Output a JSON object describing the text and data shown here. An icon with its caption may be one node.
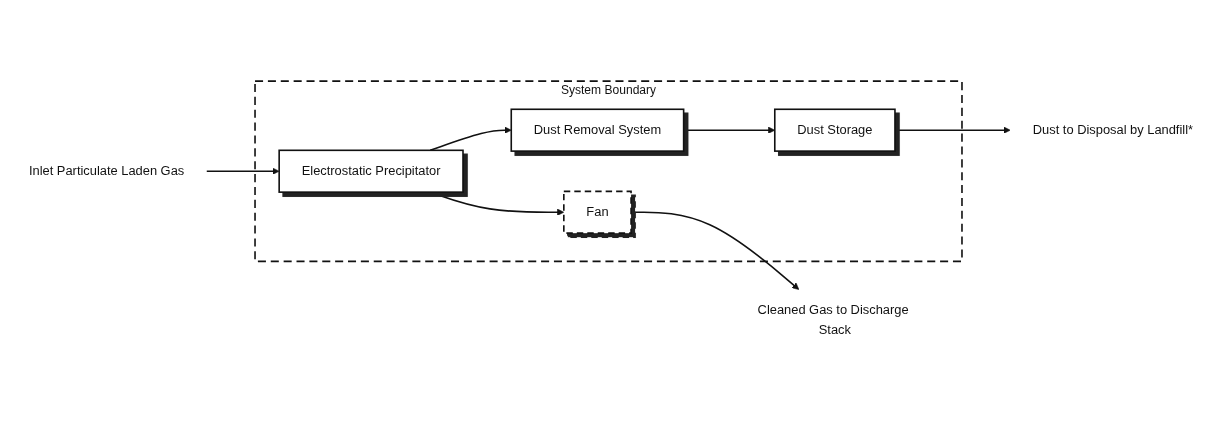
{
  "diagram": {
    "nodes": [
      {
        "text": [
          "Inlet Particulate Laden Gas"
        ]
      },
      {
        "text": [
          "System Boundary"
        ]
      },
      {
        "text": [
          "Electrostatic Precipitator"
        ],
        "in": 1
      },
      {
        "text": [
          "Fan"
        ],
        "in": 1
      },
      {
        "text": [
          "Cleaned Gas to Discharge Stack"
        ]
      },
      {
        "text": [
          "Dust Removal System"
        ],
        "in": 1
      },
      {
        "text": [
          "Dust Storage"
        ],
        "in": 1
      },
      {
        "text": [
          "Dust to Disposal by Landfill*"
        ]
      }
    ],
    "edges": [
      {
        "from": 0,
        "to": 2,
        "arrow": "to"
      },
      {
        "from": 2,
        "to": 3,
        "arrow": "to"
      },
      {
        "from": 3,
        "to": 4,
        "arrow": "to"
      },
      {
        "from": 2,
        "to": 5,
        "arrow": "to"
      },
      {
        "from": 5,
        "to": 6,
        "arrow": "to"
      },
      {
        "from": 6,
        "to": 7,
        "arrow": "to"
      }
    ]
  }
}
